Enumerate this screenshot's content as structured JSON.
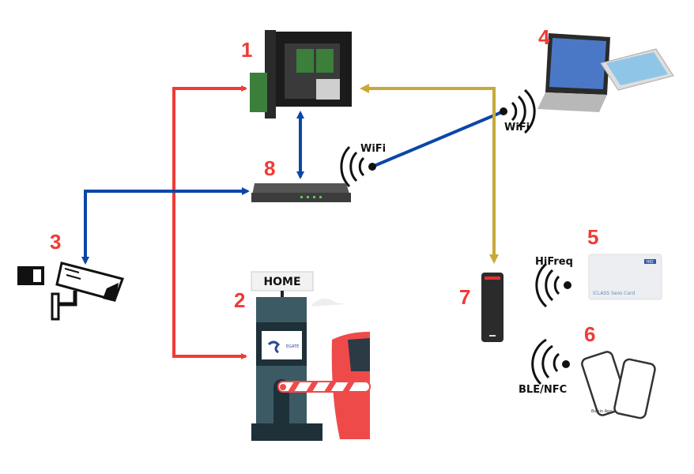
{
  "colors": {
    "number": "#ef3b36",
    "red_link": "#ef3b36",
    "blue_link": "#0b47a8",
    "gold_link": "#c9a83a"
  },
  "numbers": [
    "1",
    "2",
    "3",
    "4",
    "5",
    "6",
    "7",
    "8"
  ],
  "labels": {
    "wifi_left": "WiFi",
    "wifi_right": "WiFi",
    "hifreq": "HiFreq",
    "ble_nfc": "BLE/NFC"
  },
  "gate": {
    "sign": "HOME",
    "logo": "EGATE"
  },
  "card": {
    "text": "iCLASS Seos Card",
    "brand": "HID"
  },
  "phones": {
    "caption": "Bulsin App"
  }
}
